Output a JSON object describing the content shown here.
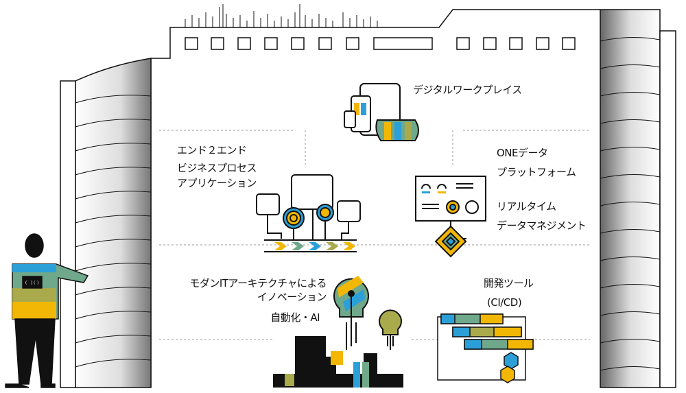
{
  "labels": {
    "digital_workplace": "デジタルワークプレイス",
    "e2e_line1": "エンド２エンド",
    "e2e_line2": "ビジネスプロセス",
    "e2e_line3": "アプリケーション",
    "one_data_line1": "ONEデータ",
    "one_data_line2": "プラットフォーム",
    "realtime_line1": "リアルタイム",
    "realtime_line2": "データマネジメント",
    "modern_it_line1": "モダンITアーキテクチャによる",
    "modern_it_line2": "イノベーション",
    "automation": "自動化・AI",
    "devtools_line1": "開発ツール",
    "devtools_line2": "(CI/CD)"
  },
  "person": {
    "badge": "CIO"
  },
  "colors": {
    "yellow": "#f2b705",
    "blue": "#2b9fd8",
    "green": "#6fa88a",
    "olive": "#a9aa4c",
    "black": "#111111"
  }
}
